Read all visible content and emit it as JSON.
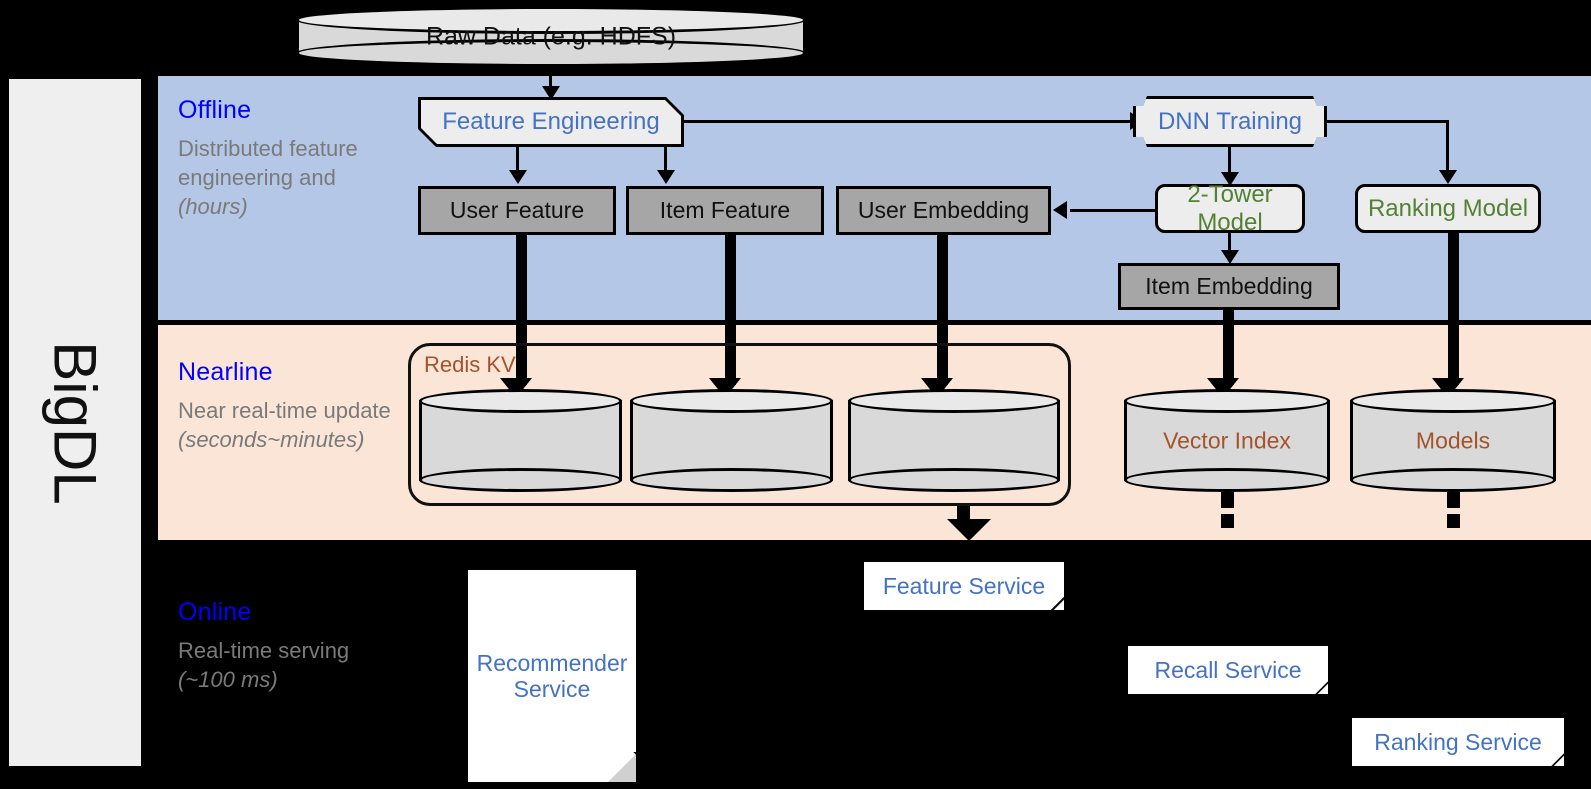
{
  "sidebar": {
    "label": "BigDL"
  },
  "bands": [
    {
      "id": "offline",
      "title": "Offline",
      "subtitle": "Distributed feature engineering and ",
      "subtitle_em": "(hours)"
    },
    {
      "id": "nearline",
      "title": "Nearline",
      "subtitle": "Near real-time update ",
      "subtitle_em": "(seconds~minutes)"
    },
    {
      "id": "online",
      "title": "Online",
      "subtitle": "Real-time serving ",
      "subtitle_em": "(~100 ms)"
    }
  ],
  "nodes": {
    "raw_data": "Raw Data (e.g. HDFS)",
    "feature_engineering": "Feature Engineering",
    "dnn_training": "DNN Training",
    "user_feature": "User Feature",
    "item_feature": "Item Feature",
    "user_embedding": "User Embedding",
    "two_tower_model": "2-Tower Model",
    "ranking_model": "Ranking Model",
    "item_embedding": "Item Embedding",
    "redis_kv": "Redis KV",
    "vector_index": "Vector Index",
    "models": "Models",
    "recommender_service": "Recommender Service",
    "feature_service": "Feature Service",
    "recall_service": "Recall Service",
    "ranking_service": "Ranking Service"
  },
  "colors": {
    "offline_band": "#b4c7e7",
    "nearline_band": "#fae5d6",
    "online_band": "#000000",
    "band_title": "#0000ff",
    "band_subtitle": "#7a7a7a",
    "process_text": "#4472c4",
    "model_text": "#548235",
    "store_text": "#a5532a",
    "gray_box": "#a6a6a6",
    "cylinder": "#d9d9d9",
    "sidebar": "#efefef"
  }
}
